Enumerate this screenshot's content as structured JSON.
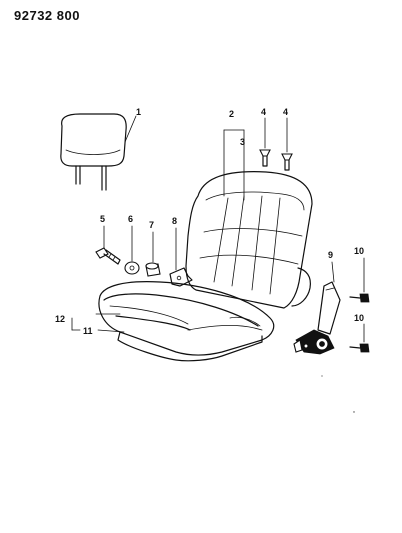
{
  "diagram": {
    "document_number": "92732 800",
    "callouts": {
      "c1": "1",
      "c2": "2",
      "c3": "3",
      "c4a": "4",
      "c4b": "4",
      "c5": "5",
      "c6": "6",
      "c7": "7",
      "c8": "8",
      "c9": "9",
      "c10a": "10",
      "c10b": "10",
      "c11": "11",
      "c12": "12"
    }
  }
}
